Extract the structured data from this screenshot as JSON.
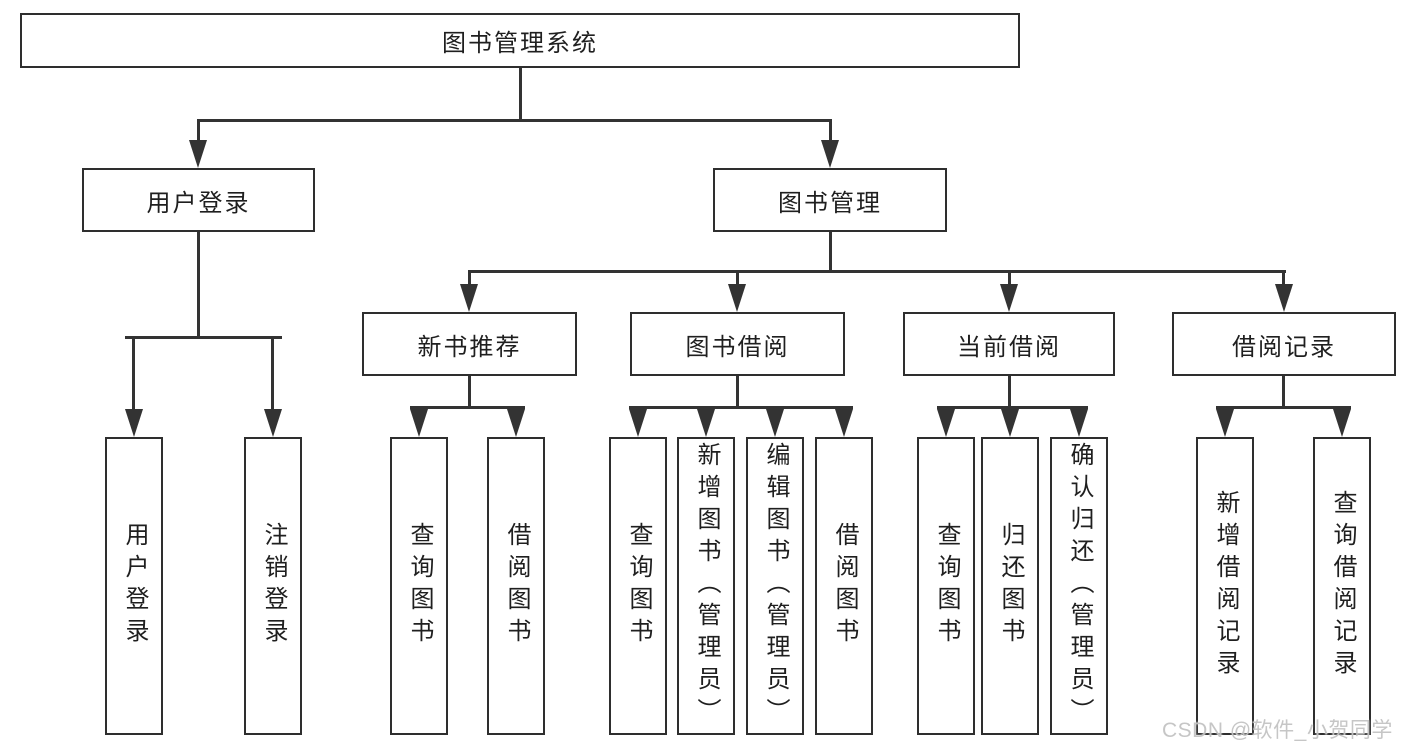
{
  "colors": {
    "line": "#333333",
    "border": "#2e2e2e",
    "text": "#1f1f1f",
    "background": "#ffffff",
    "watermark": "#c3c3c3"
  },
  "diagram": {
    "root": {
      "label": "图书管理系统"
    },
    "level2": [
      {
        "label": "用户登录"
      },
      {
        "label": "图书管理"
      }
    ],
    "level3": [
      {
        "label": "新书推荐"
      },
      {
        "label": "图书借阅"
      },
      {
        "label": "当前借阅"
      },
      {
        "label": "借阅记录"
      }
    ],
    "leaves": {
      "user_login": [
        {
          "label": "用户登录"
        },
        {
          "label": "注销登录"
        }
      ],
      "new_book": [
        {
          "label": "查询图书"
        },
        {
          "label": "借阅图书"
        }
      ],
      "book_borrow": [
        {
          "label": "查询图书"
        },
        {
          "label": "新增图书（管理员）"
        },
        {
          "label": "编辑图书（管理员）"
        },
        {
          "label": "借阅图书"
        }
      ],
      "current_borrow": [
        {
          "label": "查询图书"
        },
        {
          "label": "归还图书"
        },
        {
          "label": "确认归还（管理员）"
        }
      ],
      "borrow_records": [
        {
          "label": "新增借阅记录"
        },
        {
          "label": "查询借阅记录"
        }
      ]
    }
  },
  "watermark": {
    "text": "CSDN @软件_小贺同学"
  }
}
